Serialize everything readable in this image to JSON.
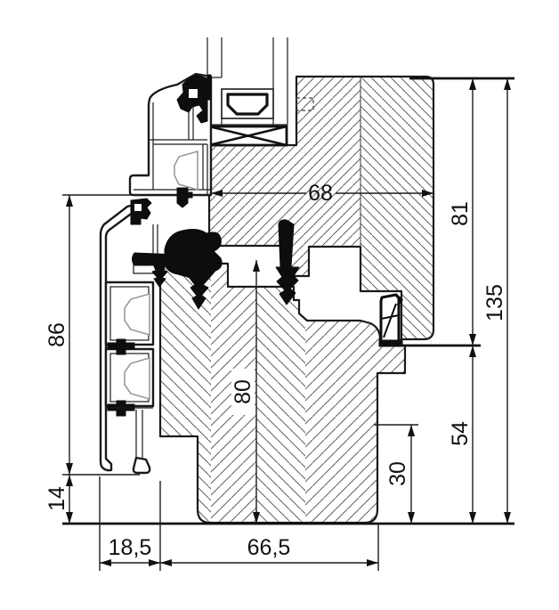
{
  "drawing": {
    "background": "#ffffff",
    "ink": "#1a1a1a",
    "hatch_color": "#5f5f5f",
    "dimensions": {
      "sash_width": {
        "label": "68"
      },
      "sash_height": {
        "label": "81"
      },
      "total_height": {
        "label": "135"
      },
      "frame_right_height": {
        "label": "54"
      },
      "rebate_height": {
        "label": "30"
      },
      "frame_core_height": {
        "label": "80"
      },
      "alu_clad_height": {
        "label": "86"
      },
      "alu_base_height": {
        "label": "14"
      },
      "alu_clad_depth": {
        "label": "18,5"
      },
      "frame_depth": {
        "label": "66,5"
      }
    }
  }
}
